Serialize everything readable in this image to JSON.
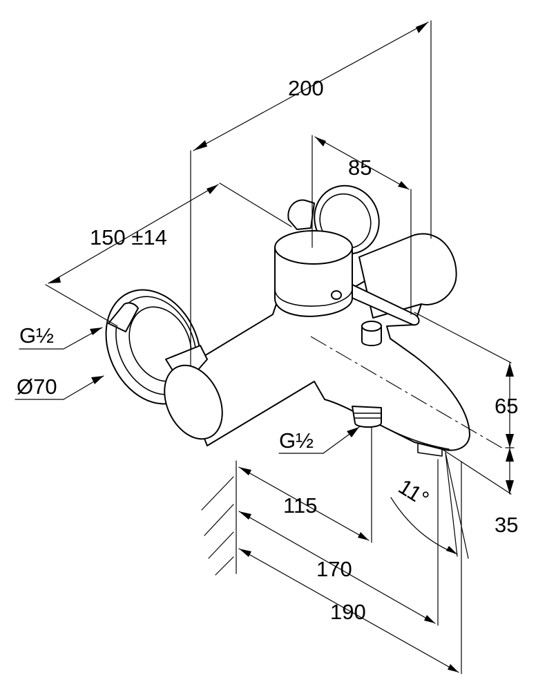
{
  "dimensions": {
    "overall_length": "200",
    "handle_offset": "85",
    "centre_distance": "150 ±14",
    "inlet_thread_top": "G½",
    "rosette_diameter": "Ø70",
    "outlet_thread": "G½",
    "spout_height": "65",
    "spout_outlet_height": "35",
    "wall_to_outlet_connector": "115",
    "wall_to_spout_outlet": "170",
    "wall_to_spout_tip": "190",
    "spout_angle": "11°"
  },
  "icons": {
    "wall": "wall-hatch-icon",
    "dimension_arrows": "arrowhead-icon"
  }
}
